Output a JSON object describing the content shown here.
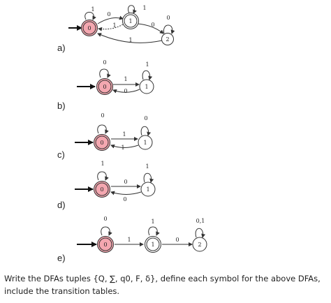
{
  "parts": {
    "a": {
      "label": "a)",
      "states": [
        "0",
        "1",
        "2"
      ],
      "edges": [
        "1",
        "0",
        "1",
        "0",
        "0",
        "1",
        "1"
      ]
    },
    "b": {
      "label": "b)",
      "states": [
        "0",
        "1"
      ],
      "edges": [
        "0",
        "1",
        "1",
        "0"
      ]
    },
    "c": {
      "label": "c)",
      "states": [
        "0",
        "1"
      ],
      "edges": [
        "0",
        "0",
        "1",
        "1"
      ]
    },
    "d": {
      "label": "d)",
      "states": [
        "0",
        "1"
      ],
      "edges": [
        "1",
        "1",
        "0",
        "0"
      ]
    },
    "e": {
      "label": "e)",
      "states": [
        "0",
        "1",
        "2"
      ],
      "edges": [
        "0",
        "1",
        "1",
        "0",
        "0,1"
      ]
    }
  },
  "question": "Write the DFAs tuples {Q, ∑, q0, F, δ}, define each symbol for the above DFAs, include the transition tables."
}
